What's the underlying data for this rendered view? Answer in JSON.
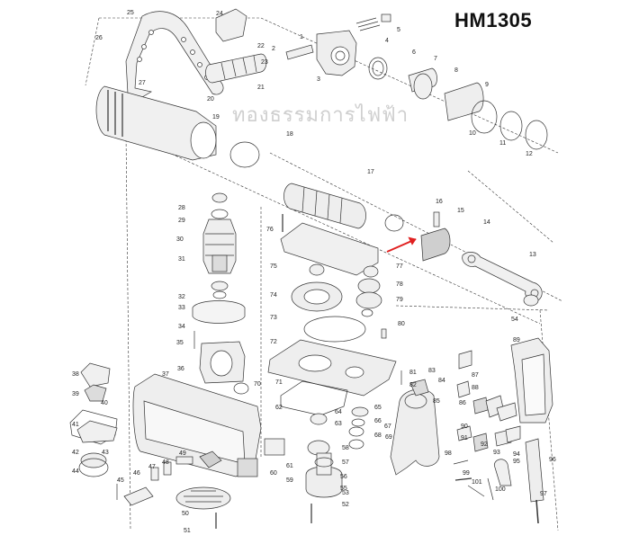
{
  "title": "HM1305",
  "watermark": "ทองธรรมการไฟฟ้า",
  "colors": {
    "line": "#333333",
    "fill": "#f0f0f0",
    "dark": "#8a8a8a",
    "arrow": "#e02020"
  },
  "parts": [
    "1",
    "2",
    "3",
    "4",
    "5",
    "6",
    "7",
    "8",
    "9",
    "10",
    "11",
    "12",
    "13",
    "14",
    "15",
    "16",
    "17",
    "18",
    "19",
    "20",
    "21",
    "22",
    "23",
    "24",
    "25",
    "26",
    "27",
    "28",
    "29",
    "30",
    "31",
    "32",
    "33",
    "34",
    "35",
    "36",
    "37",
    "38",
    "39",
    "40",
    "41",
    "42",
    "43",
    "44",
    "45",
    "46",
    "47",
    "48",
    "49",
    "50",
    "51",
    "52",
    "53",
    "54",
    "55",
    "56",
    "57",
    "58",
    "59",
    "60",
    "61",
    "62",
    "63",
    "64",
    "65",
    "66",
    "67",
    "68",
    "69",
    "70",
    "71",
    "72",
    "73",
    "74",
    "75",
    "76",
    "77",
    "78",
    "79",
    "80",
    "81",
    "82",
    "83",
    "84",
    "85",
    "86",
    "87",
    "88",
    "89",
    "90",
    "91",
    "92",
    "93",
    "94",
    "95",
    "96",
    "97",
    "98",
    "99",
    "100",
    "101"
  ]
}
